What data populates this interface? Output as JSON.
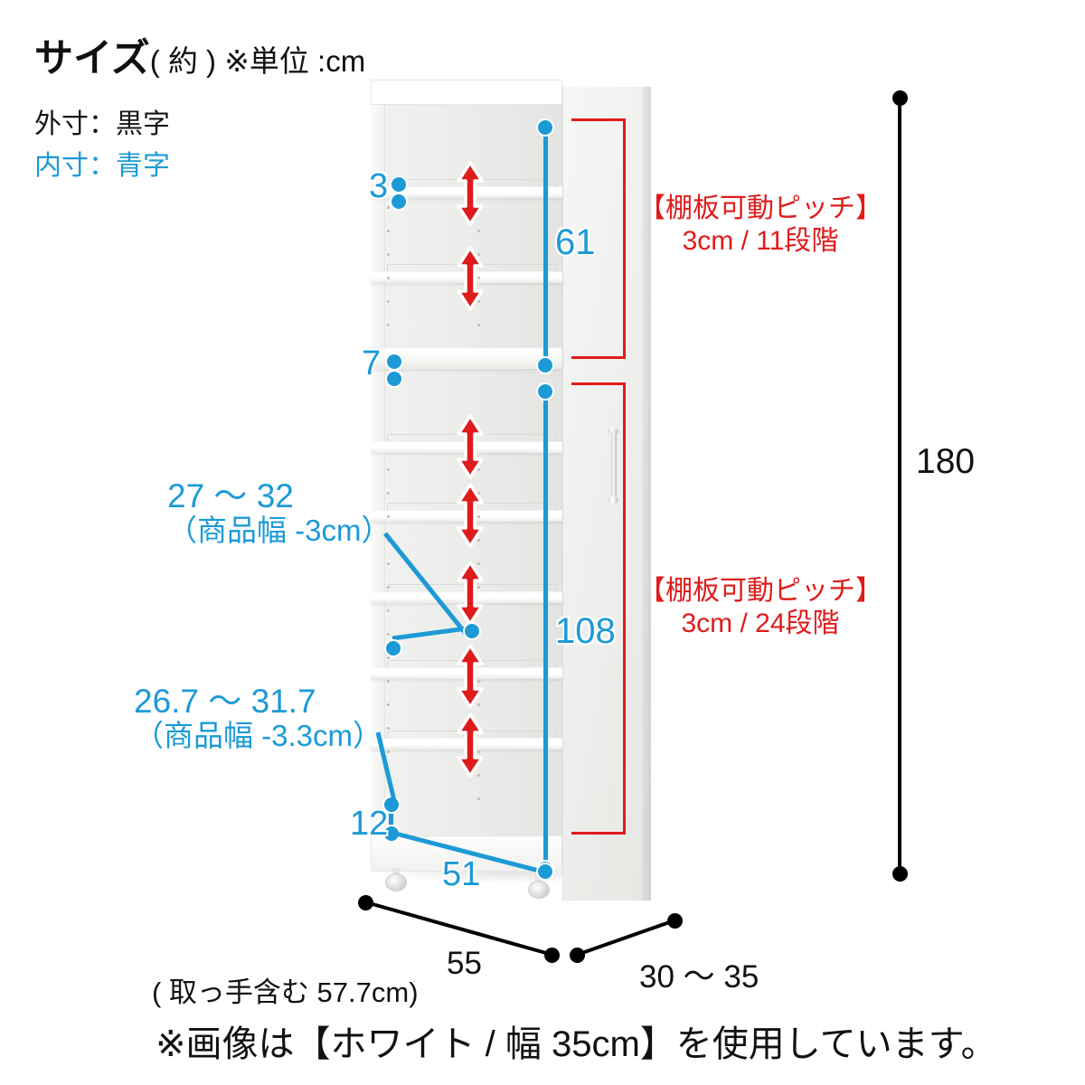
{
  "header": {
    "title_main": "サイズ",
    "title_sub": "( 約 ) ※単位 :cm",
    "legend_outer": "外寸：黒字",
    "legend_inner": "内寸：青字"
  },
  "colors": {
    "inner_blue": "#1c9ad6",
    "pitch_red": "#e01b1b",
    "outer_black": "#111111"
  },
  "dimensions": {
    "inner": {
      "shelf_gap": "3",
      "mid_board": "7",
      "upper_height": "61",
      "lower_height": "108",
      "base_height": "12",
      "inner_width": "51"
    },
    "outer": {
      "height": "180",
      "width": "55",
      "depth": "30 ～ 35"
    }
  },
  "callouts": {
    "upper_depth_value": "27 ～ 32",
    "upper_depth_note": "（商品幅 -3cm）",
    "lower_depth_value": "26.7 ～ 31.7",
    "lower_depth_note": "（商品幅 -3.3cm）"
  },
  "pitch_notes": {
    "upper_title": "【棚板可動ピッチ】",
    "upper_value": "3cm / 11段階",
    "lower_title": "【棚板可動ピッチ】",
    "lower_value": "3cm / 24段階"
  },
  "footer": {
    "width_with_handle": "( 取っ手含む 57.7cm)",
    "image_note": "※画像は【ホワイト / 幅 35cm】を使用しています。"
  }
}
